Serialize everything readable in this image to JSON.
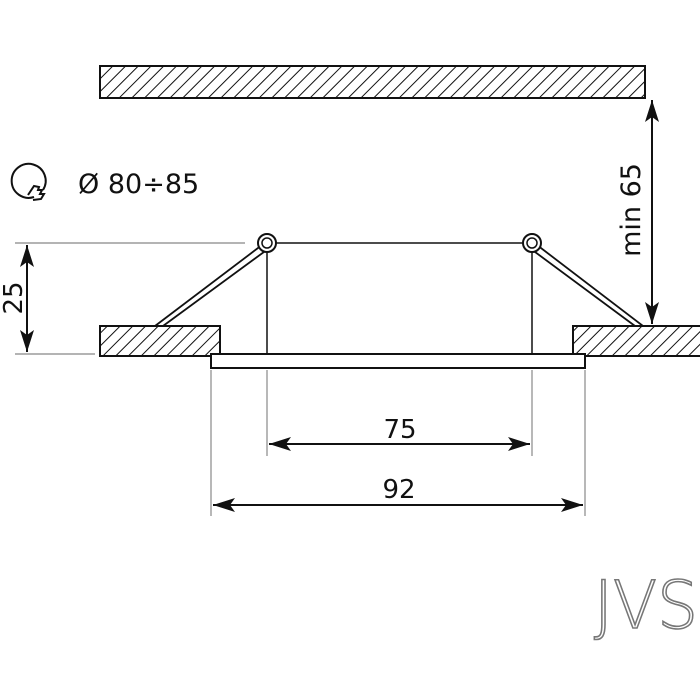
{
  "diameter_label": "Ø 80÷85",
  "height_label": "25",
  "clearance_label": "min 65",
  "inner_width_label": "75",
  "outer_width_label": "92",
  "logo_text": "JVS",
  "icons": {
    "cutout": "hole-saw-icon"
  }
}
